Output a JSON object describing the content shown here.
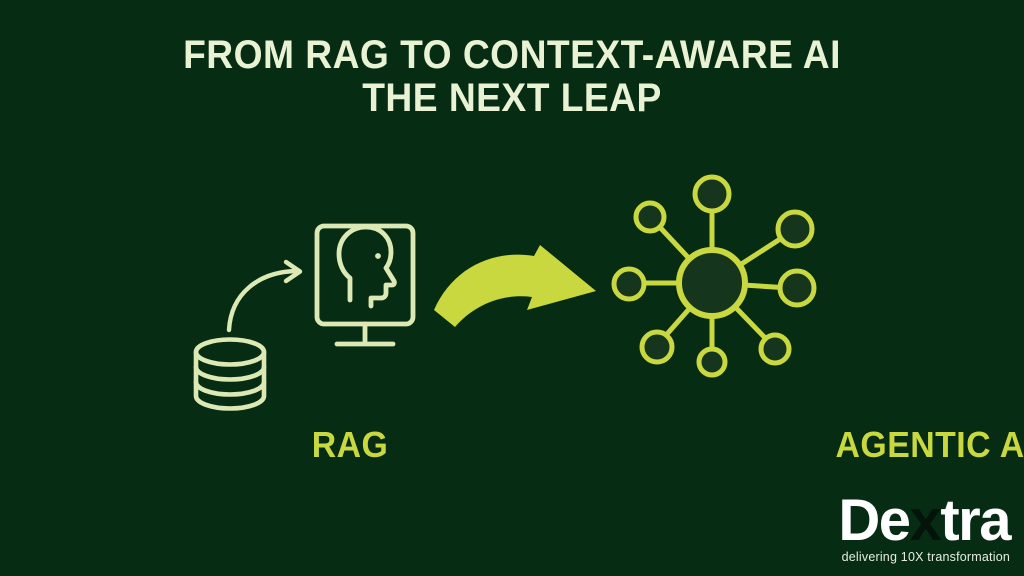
{
  "background_color": "#062d14",
  "title": {
    "line1": "FROM RAG TO CONTEXT-AWARE AI",
    "line2": "THE NEXT LEAP",
    "color": "#e9f2d2"
  },
  "labels": {
    "left": "RAG",
    "right": "AGENTIC AI",
    "color": "#c9d83f"
  },
  "icons": {
    "database": "database-cylinder-icon",
    "small_arrow": "curved-arrow-icon",
    "monitor_head": "monitor-head-profile-icon",
    "big_arrow": "big-curved-arrow-icon",
    "network": "network-hub-nodes-icon",
    "outline_color": "#dce9b4",
    "accent_color": "#c9d83f"
  },
  "logo": {
    "word_part1": "De",
    "word_x": "x",
    "word_part2": "tra",
    "tagline": "delivering 10X transformation",
    "color": "#ffffff",
    "x_color": "#05140a"
  }
}
